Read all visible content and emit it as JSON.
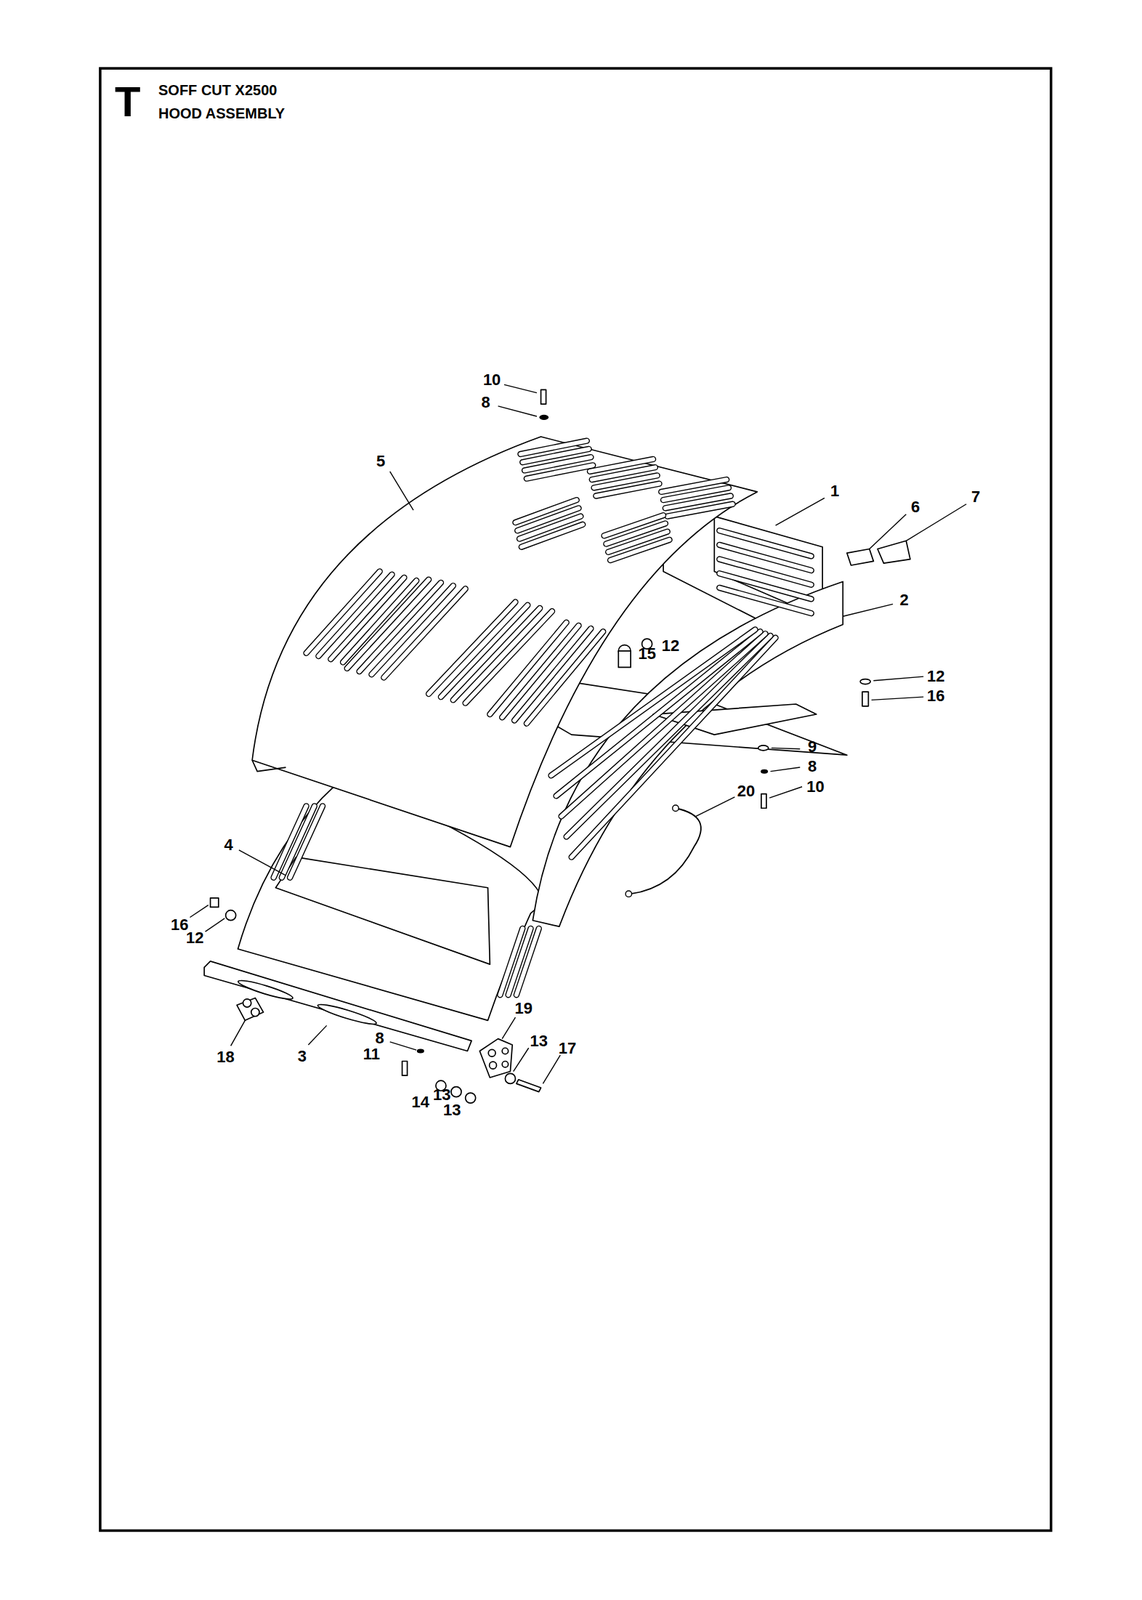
{
  "diagram": {
    "title": "SOFF CUT X2500 HOOD ASSEMBLY",
    "labels": [
      "T",
      "10",
      "8",
      "5",
      "1",
      "6",
      "7",
      "2",
      "15",
      "12",
      "12",
      "16",
      "9",
      "8",
      "10",
      "20",
      "4",
      "16",
      "12",
      "19",
      "18",
      "3",
      "8",
      "11",
      "13",
      "17",
      "14",
      "13",
      "13"
    ]
  }
}
